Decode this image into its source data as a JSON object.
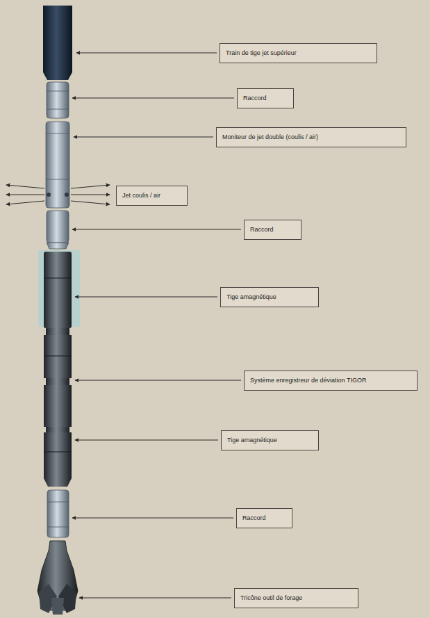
{
  "diagram": {
    "nodes": [
      {
        "text": [
          "Train de tige jet supérieur"
        ]
      },
      {
        "text": [
          "Raccord"
        ]
      },
      {
        "text": [
          "Moniteur de jet double (coulis / air)"
        ]
      },
      {
        "text": [
          "Jet coulis / air"
        ]
      },
      {
        "text": [
          "Raccord"
        ]
      },
      {
        "text": [
          "Tige amagnétique"
        ]
      },
      {
        "text": [
          "Système enregistreur de déviation TIGOR"
        ]
      },
      {
        "text": [
          "Tige amagnétique"
        ]
      },
      {
        "text": [
          "Raccord"
        ]
      },
      {
        "text": [
          "Tricône outil de forage"
        ]
      }
    ]
  }
}
